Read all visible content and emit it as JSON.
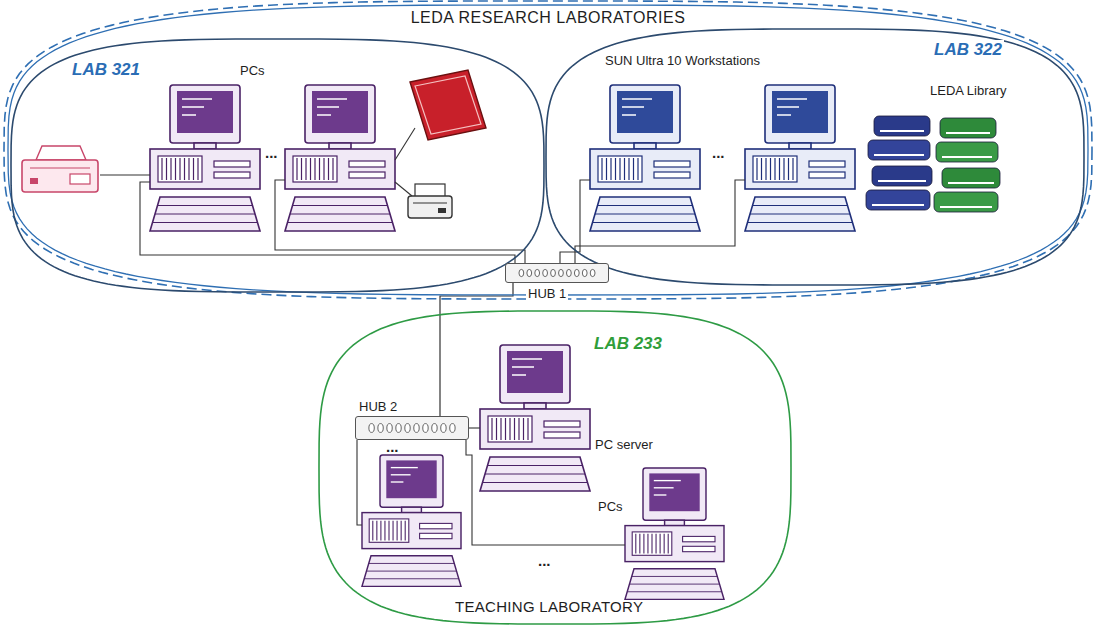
{
  "diagram": {
    "nodes": [
      {
        "text": [
          "LEDA RESEARCH LABORATORIES"
        ]
      },
      {
        "text": [
          "LAB 321",
          "PCs"
        ],
        "in": 0
      },
      {
        "text": [
          "LAB 322",
          "SUN Ultra 10 Workstations",
          "LEDA Library"
        ],
        "in": 0
      },
      {
        "text": [
          "HUB 1"
        ]
      },
      {
        "text": [
          "LAB 233",
          "PC server",
          "PCs",
          "TEACHING LABORATORY"
        ]
      },
      {
        "text": [
          "HUB 2"
        ],
        "in": 4
      }
    ],
    "edges": [
      {
        "from": 3,
        "to": 5,
        "arrow": "none"
      }
    ],
    "labels": [
      "...",
      "...",
      "...",
      "..."
    ]
  }
}
